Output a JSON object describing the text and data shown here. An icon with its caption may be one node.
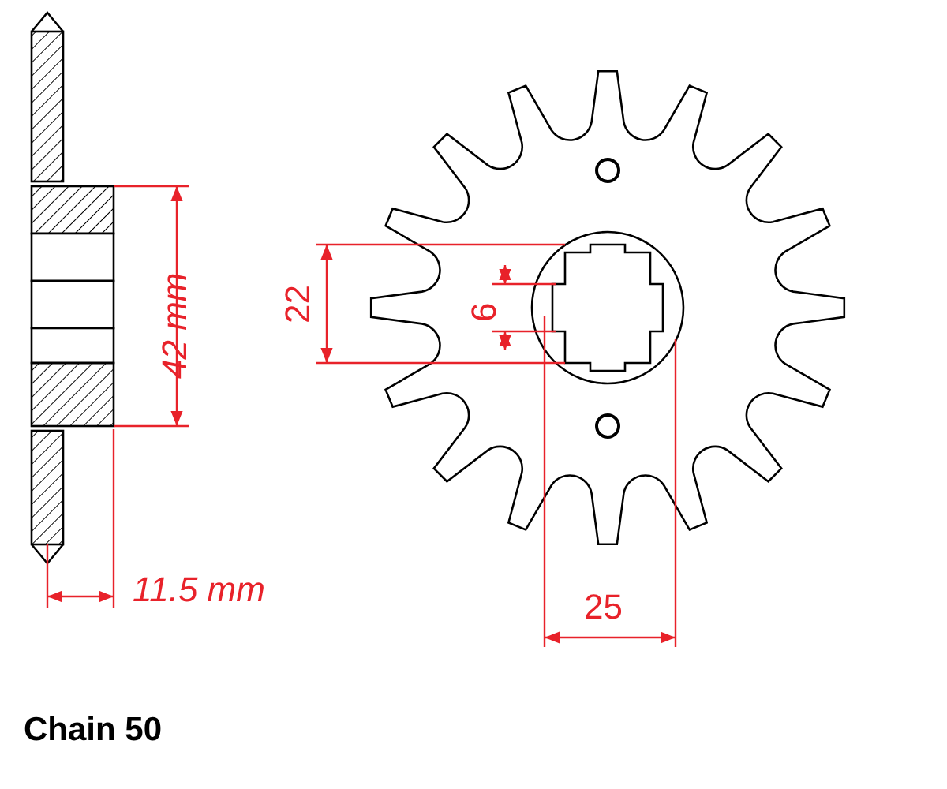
{
  "diagram": {
    "labels": [
      "42 mm",
      "22",
      "6",
      "11.5 mm",
      "25",
      "Chain 50"
    ]
  }
}
